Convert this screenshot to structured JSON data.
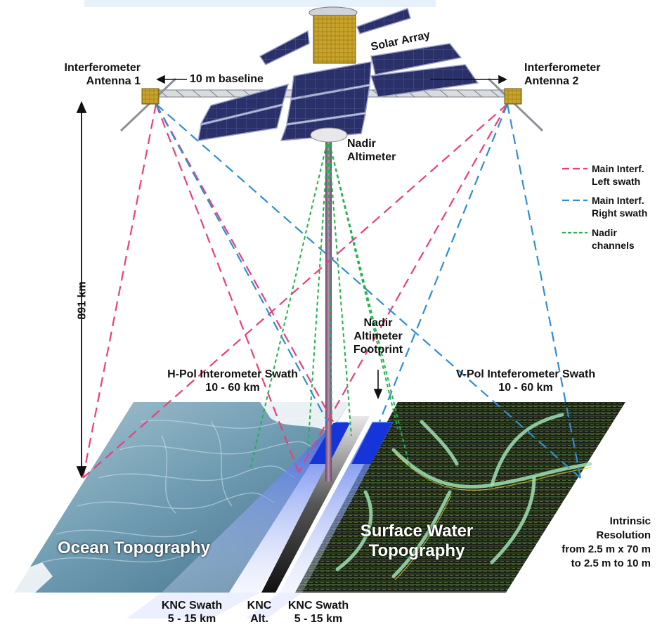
{
  "labels": {
    "antenna1_line1": "Interferometer",
    "antenna1_line2": "Antenna 1",
    "antenna2_line1": "Interferometer",
    "antenna2_line2": "Antenna 2",
    "baseline": "10 m baseline",
    "solar_array": "Solar Array",
    "nadir_altimeter_line1": "Nadir",
    "nadir_altimeter_line2": "Altimeter",
    "altitude": "891 km",
    "footprint_line1": "Nadir",
    "footprint_line2": "Altimeter",
    "footprint_line3": "Footprint",
    "hpol_line1": "H-Pol Interometer Swath",
    "hpol_line2": "10 - 60 km",
    "vpol_line1": "V-Pol Inteferometer Swath",
    "vpol_line2": "10 - 60 km",
    "ocean": "Ocean Topography",
    "surface_line1": "Surface Water",
    "surface_line2": "Topography",
    "res_line1": "Intrinsic",
    "res_line2": "Resolution",
    "res_line3": "from 2.5 m x 70 m",
    "res_line4": "to 2.5 m to 10 m",
    "knc_left_line1": "KNC Swath",
    "knc_left_line2": "5 - 15 km",
    "knc_alt_line1": "KNC",
    "knc_alt_line2": "Alt.",
    "knc_right_line1": "KNC Swath",
    "knc_right_line2": "5 - 15 km"
  },
  "legend": [
    {
      "line1": "Main Interf.",
      "line2": "Left swath",
      "color": "#e8407a",
      "dash": "dashed"
    },
    {
      "line1": "Main Interf.",
      "line2": "Right swath",
      "color": "#2f8fd0",
      "dash": "dashed"
    },
    {
      "line1": "Nadir",
      "line2": "channels",
      "color": "#23b14d",
      "dash": "dotted"
    }
  ],
  "colors": {
    "left_swath": "#e8407a",
    "right_swath": "#2f8fd0",
    "nadir": "#23b14d",
    "ocean": "#5f8fa8",
    "land": "#1a1f14",
    "water": "#8fd6a8",
    "knc_blue": "#1a4fe0",
    "altimeter_beam": "#8a5a84",
    "panel": "#2b3166",
    "gold": "#c9a42a"
  },
  "icons": [
    "satellite-icon",
    "solar-panel-icon",
    "antenna-icon"
  ]
}
